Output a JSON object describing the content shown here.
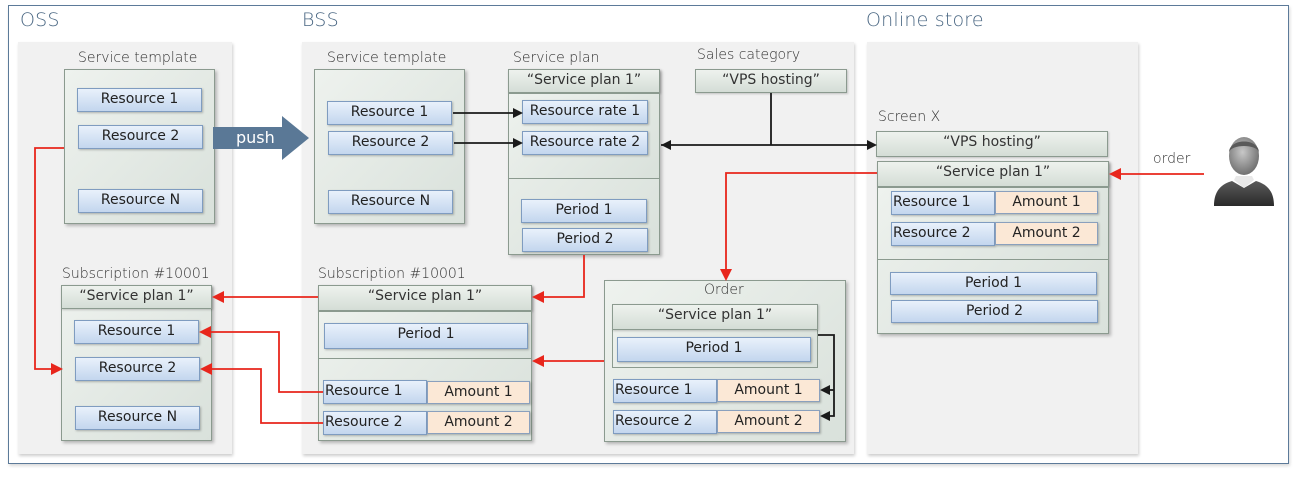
{
  "zones": {
    "oss": "OSS",
    "bss": "BSS",
    "online_store": "Online store"
  },
  "oss": {
    "service_template": {
      "title": "Service template",
      "resources": [
        "Resource 1",
        "Resource 2",
        "Resource N"
      ]
    },
    "subscription": {
      "title": "Subscription #10001",
      "plan": "“Service plan 1”",
      "resources": [
        "Resource 1",
        "Resource 2",
        "Resource N"
      ]
    }
  },
  "push_label": "push",
  "bss": {
    "service_template": {
      "title": "Service template",
      "resources": [
        "Resource 1",
        "Resource 2",
        "Resource N"
      ]
    },
    "service_plan": {
      "title": "Service plan",
      "name": "“Service plan 1”",
      "rates": [
        "Resource rate 1",
        "Resource rate 2"
      ],
      "periods": [
        "Period 1",
        "Period 2"
      ]
    },
    "sales_category": {
      "title": "Sales category",
      "name": "“VPS hosting”"
    },
    "subscription": {
      "title": "Subscription #10001",
      "plan": "“Service plan 1”",
      "period": "Period 1",
      "resources": [
        {
          "name": "Resource 1",
          "amount": "Amount 1"
        },
        {
          "name": "Resource 2",
          "amount": "Amount 2"
        }
      ]
    },
    "order": {
      "title": "Order",
      "plan": "“Service plan 1”",
      "period": "Period 1",
      "resources": [
        {
          "name": "Resource 1",
          "amount": "Amount 1"
        },
        {
          "name": "Resource 2",
          "amount": "Amount 2"
        }
      ]
    }
  },
  "online_store": {
    "screen": {
      "title": "Screen X",
      "category": "“VPS hosting”",
      "plan": "“Service plan 1”",
      "resources": [
        {
          "name": "Resource 1",
          "amount": "Amount 1"
        },
        {
          "name": "Resource 2",
          "amount": "Amount 2"
        }
      ],
      "periods": [
        "Period 1",
        "Period 2"
      ]
    },
    "order_label": "order",
    "user_icon": "person-icon"
  },
  "colors": {
    "frame": "#5c7a99",
    "zone_title": "#4a6783",
    "push_arrow": "#5a7896",
    "red_flow": "#e8261c",
    "black_flow": "#1a1a1a",
    "resource_fill": "#c9daf0",
    "amount_fill": "#fbe8d6",
    "container_fill": "#dde5df"
  }
}
